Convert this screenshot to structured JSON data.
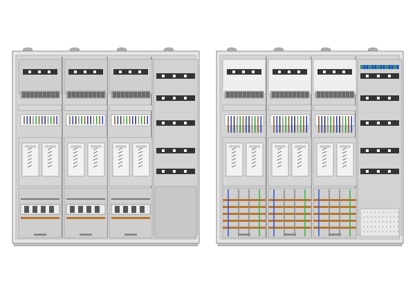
{
  "diagram": {
    "title": "",
    "views": [
      {
        "name": "front-view-closed",
        "columns": 4
      },
      {
        "name": "front-view-open",
        "columns": 4
      }
    ],
    "meter_panels": 3,
    "terminal_strip_colors": [
      "#8b5a2b",
      "#1f3fbf",
      "#333333",
      "#8a8a8a",
      "#2ca02c"
    ],
    "busbar_colors": {
      "copper": "#b8742e",
      "neutral": "#2f55d4",
      "earth": "#3cb043"
    },
    "frame_color": "#9a9a9a",
    "panel_color": "#c9c9c9",
    "dark_component_color": "#333333",
    "label_plate_text": "",
    "colors": {
      "background": "#ffffff",
      "enclosure": "#d4d4d4"
    }
  }
}
